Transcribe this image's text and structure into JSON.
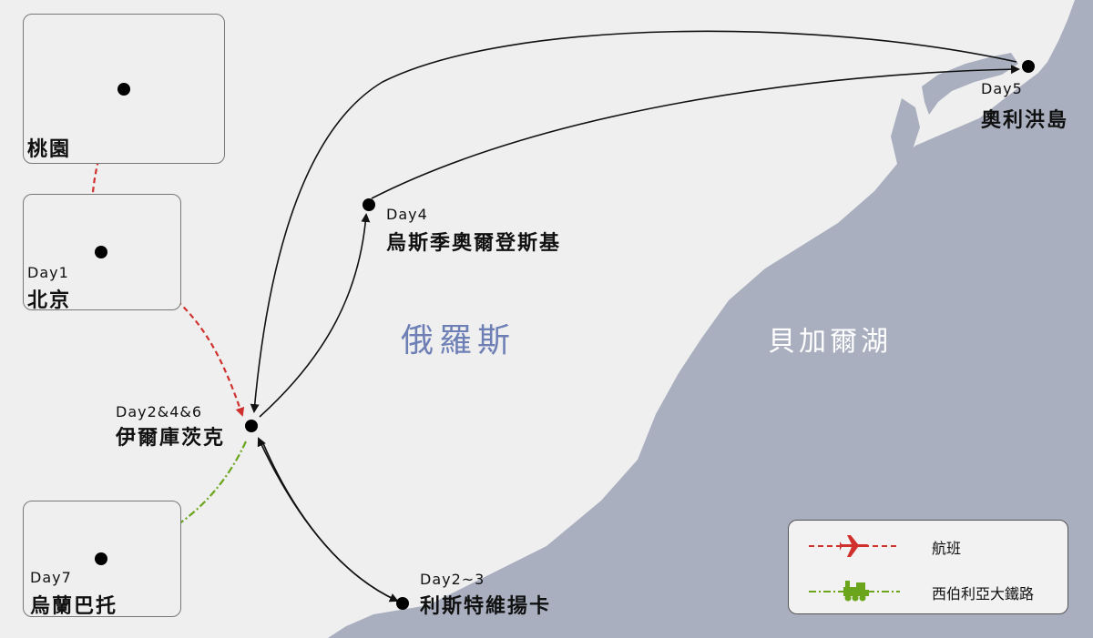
{
  "map": {
    "region_label": "俄羅斯",
    "lake_label": "貝加爾湖",
    "colors": {
      "background": "#efefef",
      "lake": "#a9afbf",
      "flight": "#d0312d",
      "railway": "#6aa51c",
      "route": "#111111",
      "region_text": "#6d7fb5"
    }
  },
  "stops": [
    {
      "id": "taoyuan",
      "day": "",
      "name": "桃園"
    },
    {
      "id": "beijing",
      "day": "Day1",
      "name": "北京"
    },
    {
      "id": "irkutsk",
      "day": "Day2&4&6",
      "name": "伊爾庫茨克"
    },
    {
      "id": "ulan_ude",
      "day": "Day4",
      "name": "烏斯季奧爾登斯基"
    },
    {
      "id": "olkhon",
      "day": "Day5",
      "name": "奧利洪島"
    },
    {
      "id": "listvyanka",
      "day": "Day2~3",
      "name": "利斯特維揚卡"
    },
    {
      "id": "ulaanbaatar",
      "day": "Day7",
      "name": "烏蘭巴托"
    }
  ],
  "legend": {
    "items": [
      {
        "label": "航班",
        "icon": "airplane-icon",
        "color": "#d0312d"
      },
      {
        "label": "西伯利亞大鐵路",
        "icon": "train-icon",
        "color": "#6aa51c"
      }
    ]
  }
}
